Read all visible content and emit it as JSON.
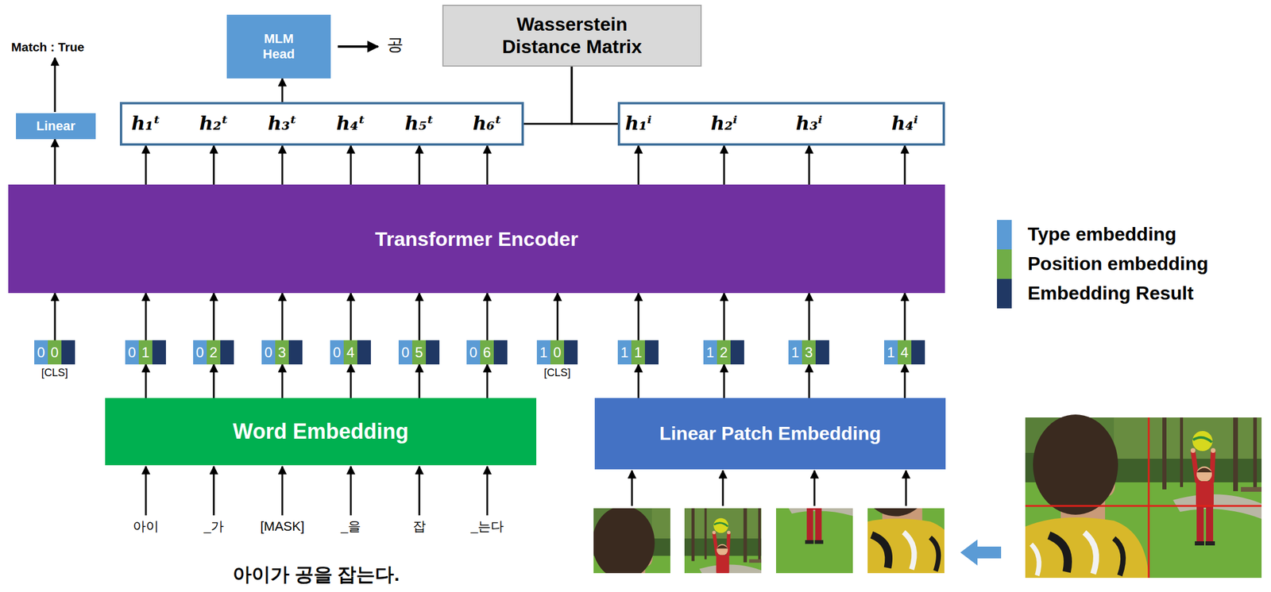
{
  "diagram": {
    "nodes": [
      {
        "text": [
          "MLM Head"
        ]
      },
      {
        "text": [
          "Wasserstein Distance Matrix"
        ]
      },
      {
        "text": [
          "Linear"
        ]
      },
      {
        "text": [
          "h₁ᵗ",
          "h₂ᵗ",
          "h₃ᵗ",
          "h₄ᵗ",
          "h₅ᵗ",
          "h₆ᵗ"
        ]
      },
      {
        "text": [
          "h₁ⁱ",
          "h₂ⁱ",
          "h₃ⁱ",
          "h₄ⁱ"
        ]
      },
      {
        "text": [
          "Transformer Encoder"
        ]
      },
      {
        "text": [
          "0",
          "0",
          "[CLS]"
        ]
      },
      {
        "text": [
          "0",
          "1"
        ]
      },
      {
        "text": [
          "0",
          "2"
        ]
      },
      {
        "text": [
          "0",
          "3"
        ]
      },
      {
        "text": [
          "0",
          "4"
        ]
      },
      {
        "text": [
          "0",
          "5"
        ]
      },
      {
        "text": [
          "0",
          "6"
        ]
      },
      {
        "text": [
          "1",
          "0",
          "[CLS]"
        ]
      },
      {
        "text": [
          "1",
          "1"
        ]
      },
      {
        "text": [
          "1",
          "2"
        ]
      },
      {
        "text": [
          "1",
          "3"
        ]
      },
      {
        "text": [
          "1",
          "4"
        ]
      },
      {
        "text": [
          "Word Embedding"
        ]
      },
      {
        "text": [
          "Linear Patch Embedding"
        ]
      }
    ],
    "edges": [
      {
        "from": 5,
        "to": 2,
        "arrow": "to"
      },
      {
        "from": 5,
        "to": 3,
        "arrow": "to"
      },
      {
        "from": 5,
        "to": 3,
        "arrow": "to"
      },
      {
        "from": 5,
        "to": 3,
        "arrow": "to"
      },
      {
        "from": 5,
        "to": 3,
        "arrow": "to"
      },
      {
        "from": 5,
        "to": 3,
        "arrow": "to"
      },
      {
        "from": 5,
        "to": 3,
        "arrow": "to"
      },
      {
        "from": 5,
        "to": 4,
        "arrow": "to"
      },
      {
        "from": 5,
        "to": 4,
        "arrow": "to"
      },
      {
        "from": 5,
        "to": 4,
        "arrow": "to"
      },
      {
        "from": 5,
        "to": 4,
        "arrow": "to"
      },
      {
        "from": 3,
        "to": 0,
        "arrow": "to"
      },
      {
        "from": 3,
        "to": 1,
        "arrow": "none"
      },
      {
        "from": 4,
        "to": 1,
        "arrow": "none"
      },
      {
        "from": 6,
        "to": 5,
        "arrow": "to"
      },
      {
        "from": 7,
        "to": 5,
        "arrow": "to"
      },
      {
        "from": 8,
        "to": 5,
        "arrow": "to"
      },
      {
        "from": 9,
        "to": 5,
        "arrow": "to"
      },
      {
        "from": 10,
        "to": 5,
        "arrow": "to"
      },
      {
        "from": 11,
        "to": 5,
        "arrow": "to"
      },
      {
        "from": 12,
        "to": 5,
        "arrow": "to"
      },
      {
        "from": 13,
        "to": 5,
        "arrow": "to"
      },
      {
        "from": 14,
        "to": 5,
        "arrow": "to"
      },
      {
        "from": 15,
        "to": 5,
        "arrow": "to"
      },
      {
        "from": 16,
        "to": 5,
        "arrow": "to"
      },
      {
        "from": 17,
        "to": 5,
        "arrow": "to"
      },
      {
        "from": 18,
        "to": 7,
        "arrow": "to"
      },
      {
        "from": 18,
        "to": 8,
        "arrow": "to"
      },
      {
        "from": 18,
        "to": 9,
        "arrow": "to"
      },
      {
        "from": 18,
        "to": 10,
        "arrow": "to"
      },
      {
        "from": 18,
        "to": 11,
        "arrow": "to"
      },
      {
        "from": 18,
        "to": 12,
        "arrow": "to"
      },
      {
        "from": 19,
        "to": 14,
        "arrow": "to"
      },
      {
        "from": 19,
        "to": 15,
        "arrow": "to"
      },
      {
        "from": 19,
        "to": 16,
        "arrow": "to"
      },
      {
        "from": 19,
        "to": 17,
        "arrow": "to"
      }
    ],
    "labels": [
      "Match : True",
      "공",
      "아이",
      "_가",
      "[MASK]",
      "_을",
      "잡",
      "_는다",
      "아이가 공을 잡는다."
    ],
    "legend": [
      {
        "text": "Type embedding",
        "color": "#5b9bd5"
      },
      {
        "text": "Position embedding",
        "color": "#70ad47"
      },
      {
        "text": "Embedding Result",
        "color": "#203864"
      }
    ]
  }
}
